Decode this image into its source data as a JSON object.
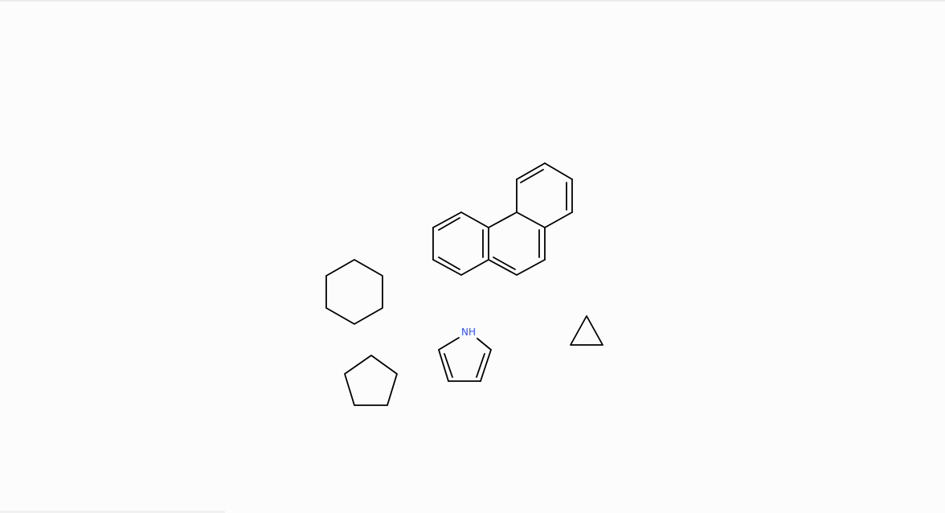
{
  "colors": {
    "bond": "#000000",
    "nitrogen": "#3050F8",
    "background": "#fcfcfc"
  },
  "molecules": [
    {
      "id": "phenanthrene",
      "name": "phenanthrene"
    },
    {
      "id": "cyclohexane",
      "name": "cyclohexane"
    },
    {
      "id": "cyclopentane",
      "name": "cyclopentane"
    },
    {
      "id": "pyrrole",
      "name": "pyrrole",
      "atom_label": "NH"
    },
    {
      "id": "cyclopropane",
      "name": "cyclopropane"
    }
  ]
}
